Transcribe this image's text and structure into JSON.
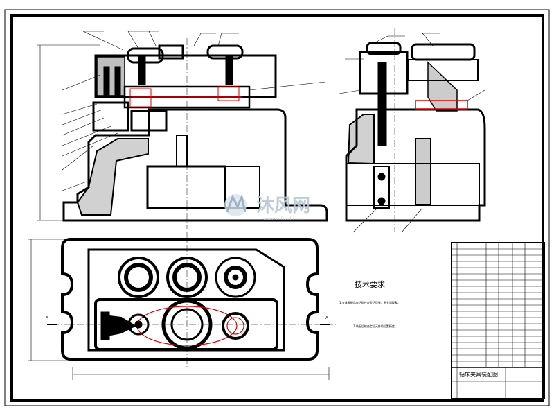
{
  "drawing": {
    "technical_requirements": {
      "heading": "技术要求",
      "lines": [
        "1.夹具装配后各活动件应灵活可靠，无卡滞现象。",
        "2.装配后检查定位元件的位置精度。"
      ]
    },
    "title_block": {
      "title": "钻床夹具装配图"
    },
    "view_markers": {
      "left": "A",
      "right": "A"
    },
    "watermark": {
      "brand": "沐风网",
      "url": "www.mfcad.com"
    }
  }
}
